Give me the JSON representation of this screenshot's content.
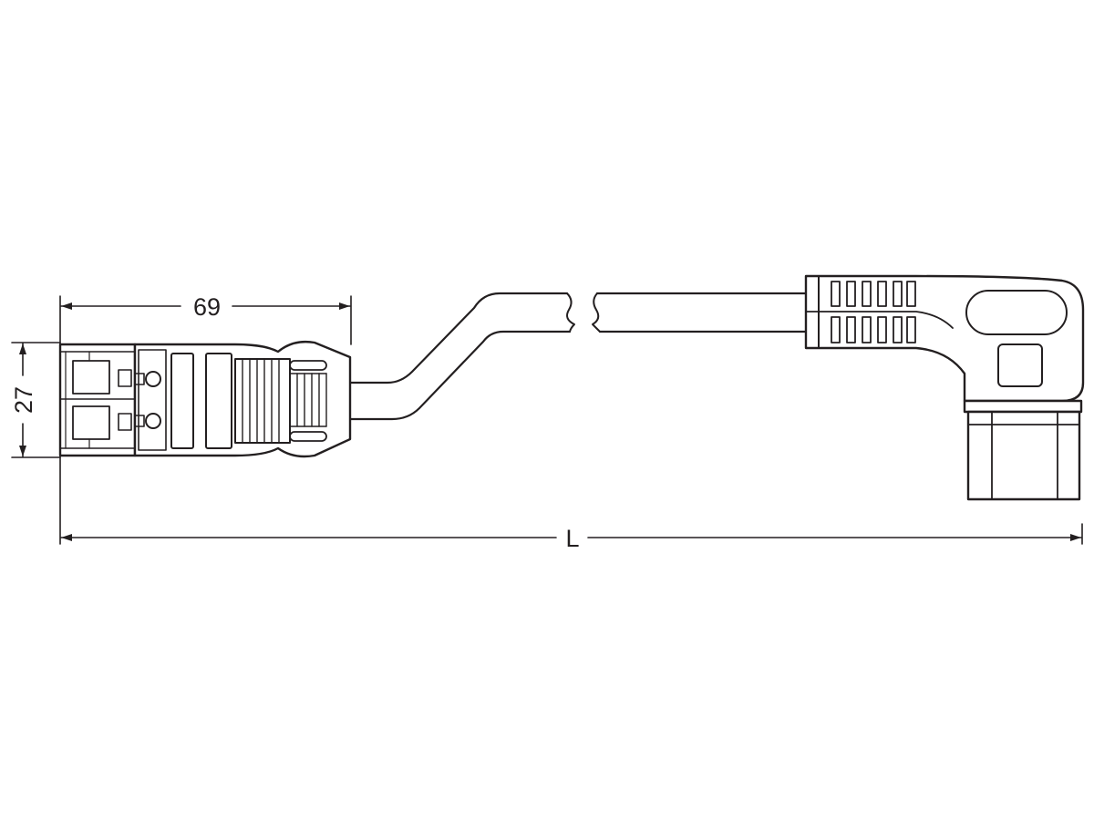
{
  "dimensions": {
    "length_label": "69",
    "height_label": "27",
    "total_length_label": "L"
  },
  "colors": {
    "ink": "#231f20",
    "background": "#ffffff"
  }
}
